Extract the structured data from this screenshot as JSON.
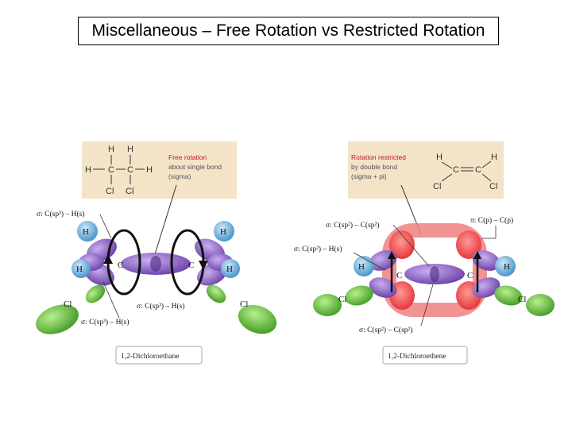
{
  "title": "Miscellaneous – Free Rotation vs Restricted Rotation",
  "left": {
    "structure": {
      "h": "H",
      "c": "C",
      "cl": "Cl"
    },
    "note": [
      "Free rotation",
      "about single bond",
      "(sigma)"
    ],
    "labels": {
      "top": "σ: C(sp³) – H(s)",
      "center": "σ: C(sp³) – H(s)",
      "bottom": "σ: C(sp³) – H(s)"
    },
    "caption": "1,2-Dichloroethane"
  },
  "right": {
    "structure": {
      "h": "H",
      "c": "C",
      "cl": "Cl"
    },
    "note": [
      "Rotation restricted",
      "by double bond",
      "(sigma + pi)"
    ],
    "labels": {
      "cc_sigma_top": "σ: C(sp²) – C(sp²)",
      "pi": "π: C(p) – C(p)",
      "ch": "σ: C(sp²) – H(s)",
      "cc_sigma_bottom": "σ: C(sp²) – C(sp²)"
    },
    "caption": "1,2-Dichloroethene"
  },
  "atoms": {
    "h": "H",
    "c": "C",
    "cl": "Cl"
  },
  "colors": {
    "note_bg": "#f3e4c8",
    "orbital_purple": "#7a4fb3",
    "orbital_green": "#5fb83a",
    "orbital_blue": "#5aa7d6",
    "pi_red": "#e8343a",
    "red_text": "#c8102e"
  }
}
